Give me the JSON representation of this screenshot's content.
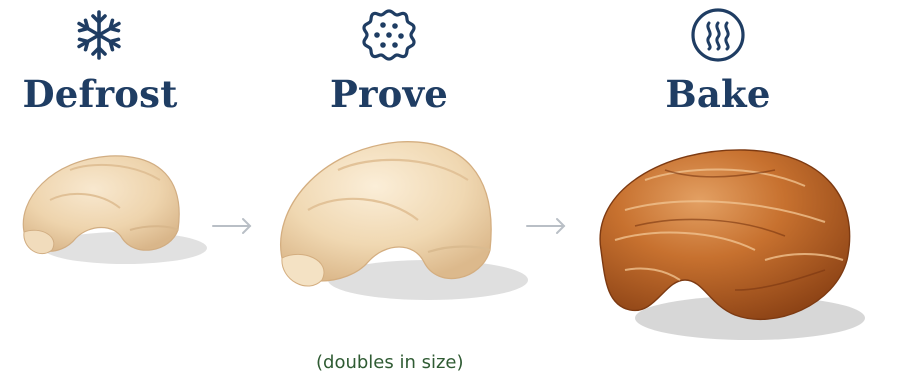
{
  "steps": [
    {
      "title": "Defrost",
      "icon": "snowflake-icon"
    },
    {
      "title": "Prove",
      "icon": "dough-dots-icon"
    },
    {
      "title": "Bake",
      "icon": "heat-waves-icon"
    }
  ],
  "note": "(doubles in size)",
  "colors": {
    "heading": "#1f3d63",
    "note": "#2f5b33",
    "arrow": "#b9bfc6",
    "raw_dough": "#efd6b0",
    "baked_crust": "#c06a2a"
  }
}
